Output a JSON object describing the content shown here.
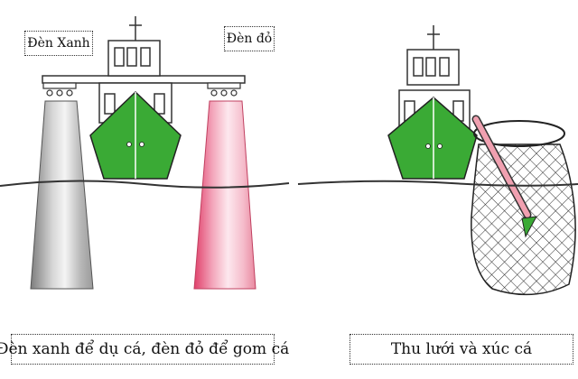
{
  "labels": {
    "green_light": "Đèn Xanh",
    "red_light": "Đèn đỏ"
  },
  "captions": {
    "left": "Đèn xanh để dụ cá, đèn đỏ để gom cá",
    "right": "Thu lưới và xúc cá"
  },
  "colors": {
    "hull": "#3aaa35",
    "green_beam_dark": "#8a8a8a",
    "red_beam": "#e0607a",
    "net": "#333333",
    "pole": "#f0a0b0"
  }
}
